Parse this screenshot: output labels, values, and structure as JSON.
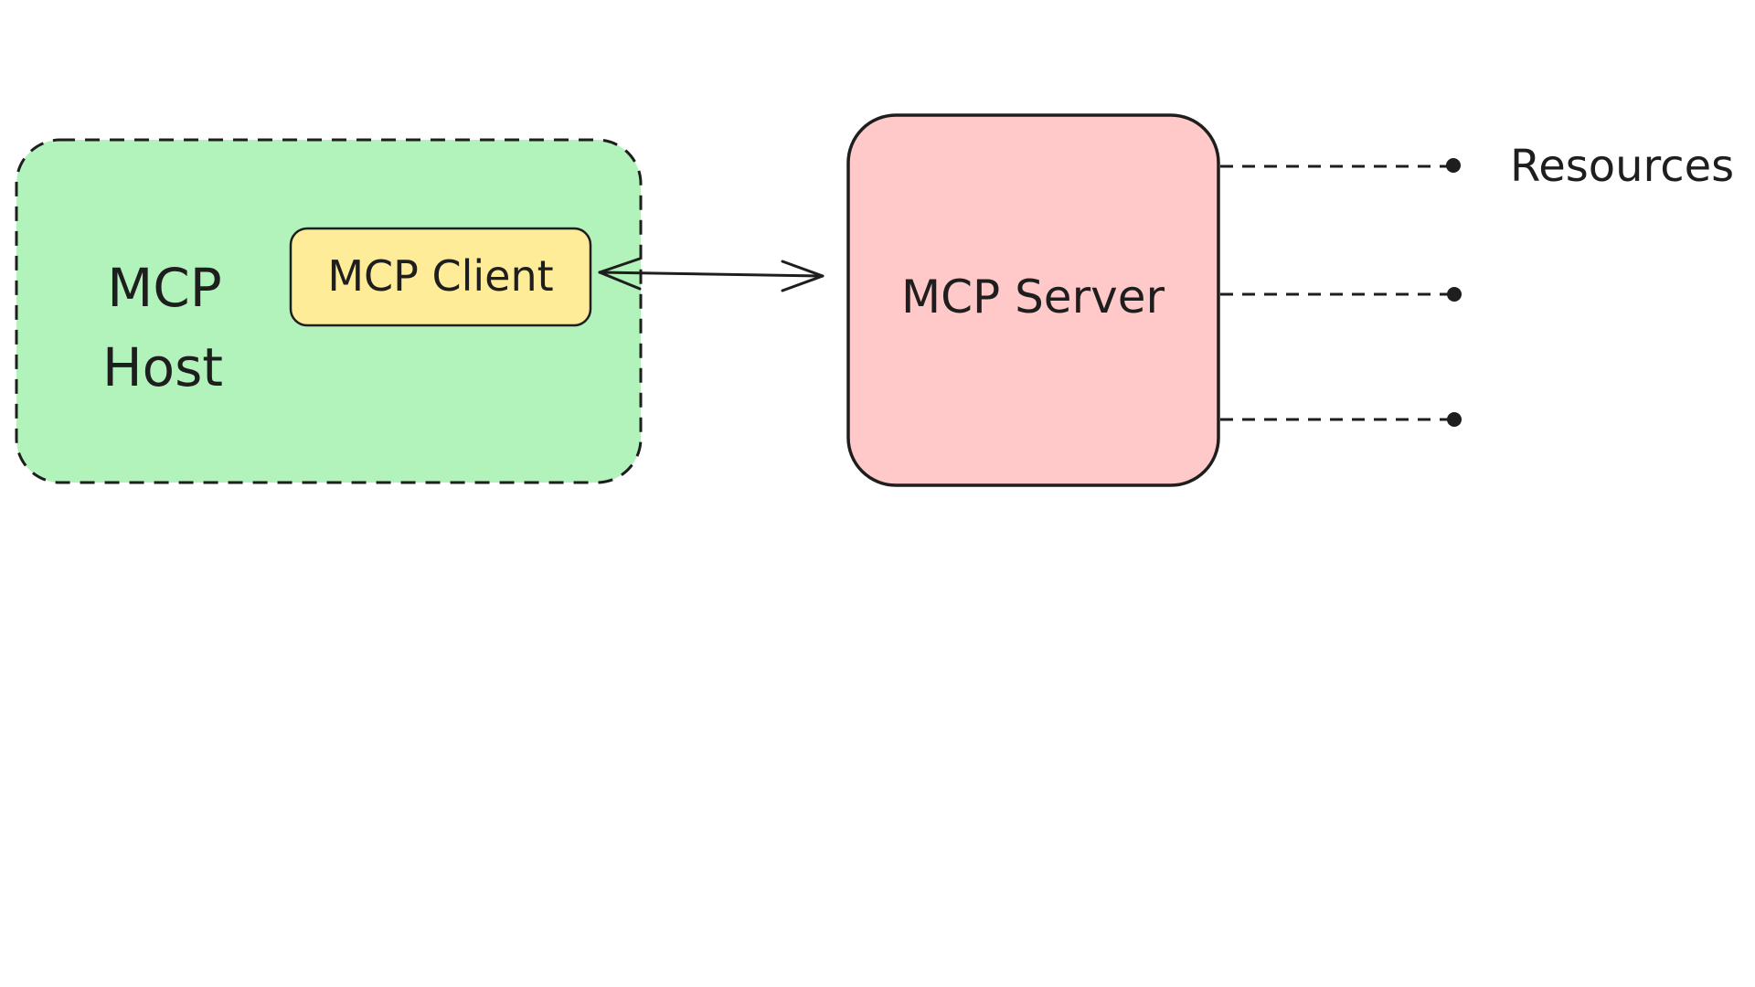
{
  "diagram": {
    "host": {
      "label_line1": "MCP",
      "label_line2": "Host",
      "fill": "#b2f2bb"
    },
    "client": {
      "label": "MCP Client",
      "fill": "#ffec99"
    },
    "server": {
      "label": "MCP Server",
      "fill": "#ffc9c9"
    },
    "connectors": {
      "labels": [
        "Resources",
        "",
        ""
      ]
    },
    "stroke_color": "#1e1e1e"
  }
}
